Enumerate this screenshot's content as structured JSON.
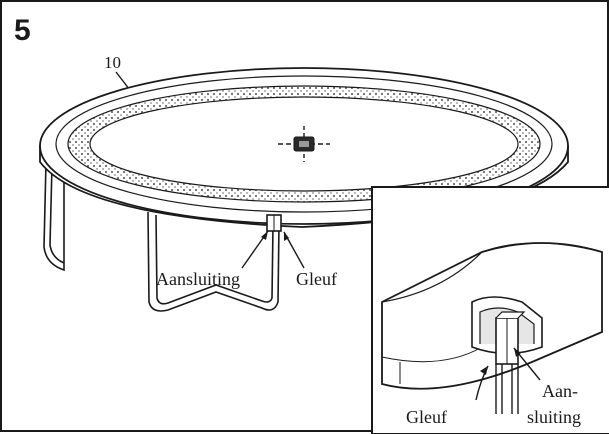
{
  "step": {
    "number": "5"
  },
  "main_view": {
    "part_number": "10",
    "label_connection": "Aansluiting",
    "label_slot": "Gleuf"
  },
  "detail_view": {
    "label_slot": "Gleuf",
    "label_connection_line1": "Aan-",
    "label_connection_line2": "sluiting"
  },
  "colors": {
    "ink": "#1a1a1a",
    "paper": "#ffffff",
    "pad_shade": "#d8d8d8"
  }
}
